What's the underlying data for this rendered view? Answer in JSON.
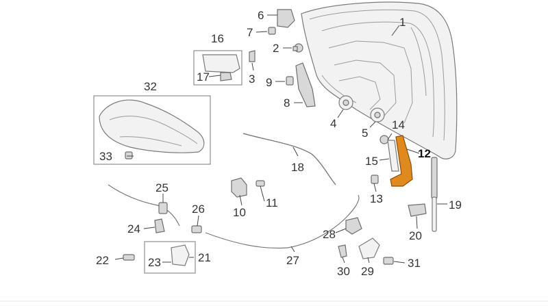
{
  "diagram": {
    "labels": [
      "1",
      "2",
      "3",
      "4",
      "5",
      "6",
      "7",
      "8",
      "9",
      "10",
      "11",
      "12",
      "13",
      "14",
      "15",
      "16",
      "17",
      "18",
      "19",
      "20",
      "21",
      "22",
      "23",
      "24",
      "25",
      "26",
      "27",
      "28",
      "29",
      "30",
      "31",
      "32",
      "33"
    ],
    "highlight_label": "12",
    "highlight_color": "#e08a1e"
  }
}
